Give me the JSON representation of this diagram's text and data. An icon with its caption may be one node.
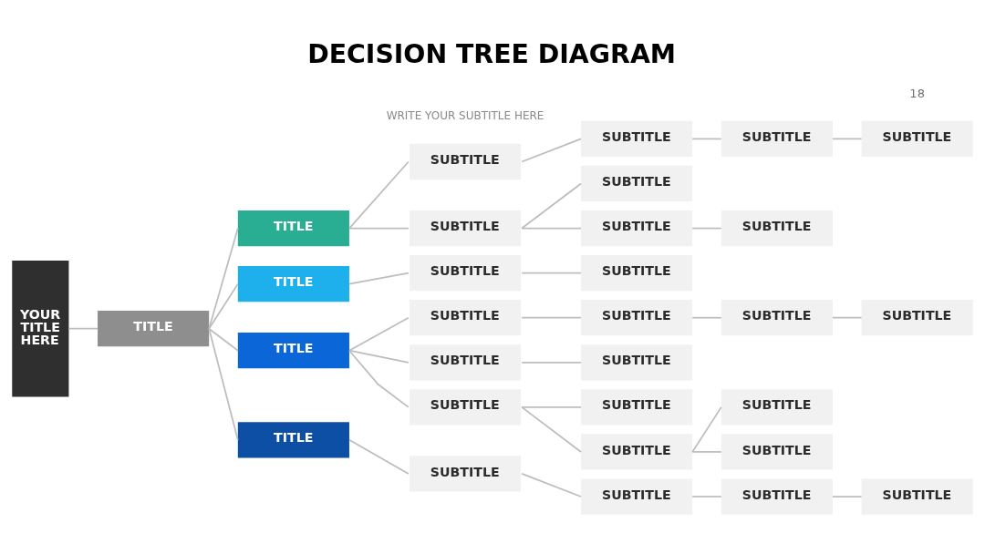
{
  "diagram": {
    "title": "DECISION TREE DIAGRAM",
    "nodes": [
      {
        "text": [
          "YOUR TITLE HERE"
        ]
      },
      {
        "text": [
          "TITLE"
        ]
      },
      {
        "text": [
          "TITLE"
        ]
      },
      {
        "text": [
          "SUBTITLE"
        ]
      },
      {
        "text": [
          "SUBTITLE"
        ]
      },
      {
        "text": [
          "SUBTITLE"
        ]
      },
      {
        "text": [
          "SUBTITLE"
        ]
      },
      {
        "text": [
          "SUBTITLE"
        ]
      },
      {
        "text": [
          "SUBTITLE"
        ]
      },
      {
        "text": [
          "SUBTITLE"
        ]
      },
      {
        "text": [
          "SUBTITLE"
        ]
      },
      {
        "text": [
          "TITLE"
        ]
      },
      {
        "text": [
          "SUBTITLE"
        ]
      },
      {
        "text": [
          "SUBTITLE"
        ]
      },
      {
        "text": [
          "TITLE"
        ]
      },
      {
        "text": [
          "SUBTITLE"
        ]
      },
      {
        "text": [
          "SUBTITLE"
        ]
      },
      {
        "text": [
          "SUBTITLE"
        ]
      },
      {
        "text": [
          "SUBTITLE"
        ]
      },
      {
        "text": [
          "SUBTITLE"
        ]
      },
      {
        "text": [
          "SUBTITLE"
        ]
      },
      {
        "text": [
          "SUBTITLE"
        ]
      },
      {
        "text": [
          "SUBTITLE"
        ]
      },
      {
        "text": [
          "SUBTITLE"
        ]
      },
      {
        "text": [
          "SUBTITLE"
        ]
      },
      {
        "text": [
          "SUBTITLE"
        ]
      },
      {
        "text": [
          "TITLE"
        ]
      },
      {
        "text": [
          "SUBTITLE"
        ]
      },
      {
        "text": [
          "SUBTITLE"
        ]
      },
      {
        "text": [
          "SUBTITLE"
        ]
      },
      {
        "text": [
          "SUBTITLE"
        ]
      }
    ],
    "edges": [
      {
        "from": 0,
        "to": 1,
        "arrow": "none"
      },
      {
        "from": 1,
        "to": 2,
        "arrow": "none"
      },
      {
        "from": 1,
        "to": 11,
        "arrow": "none"
      },
      {
        "from": 1,
        "to": 14,
        "arrow": "none"
      },
      {
        "from": 1,
        "to": 26,
        "arrow": "none"
      },
      {
        "from": 2,
        "to": 3,
        "arrow": "none"
      },
      {
        "from": 3,
        "to": 4,
        "arrow": "none"
      },
      {
        "from": 4,
        "to": 5,
        "arrow": "none"
      },
      {
        "from": 5,
        "to": 6,
        "arrow": "none"
      },
      {
        "from": 2,
        "to": 7,
        "arrow": "none"
      },
      {
        "from": 7,
        "to": 8,
        "arrow": "none"
      },
      {
        "from": 7,
        "to": 9,
        "arrow": "none"
      },
      {
        "from": 9,
        "to": 10,
        "arrow": "none"
      },
      {
        "from": 11,
        "to": 12,
        "arrow": "none"
      },
      {
        "from": 12,
        "to": 13,
        "arrow": "none"
      },
      {
        "from": 14,
        "to": 15,
        "arrow": "none"
      },
      {
        "from": 15,
        "to": 16,
        "arrow": "none"
      },
      {
        "from": 16,
        "to": 17,
        "arrow": "none"
      },
      {
        "from": 17,
        "to": 18,
        "arrow": "none"
      },
      {
        "from": 14,
        "to": 19,
        "arrow": "none"
      },
      {
        "from": 19,
        "to": 20,
        "arrow": "none"
      },
      {
        "from": 14,
        "to": 21,
        "arrow": "none"
      },
      {
        "from": 21,
        "to": 22,
        "arrow": "none"
      },
      {
        "from": 21,
        "to": 23,
        "arrow": "none"
      },
      {
        "from": 23,
        "to": 24,
        "arrow": "none"
      },
      {
        "from": 23,
        "to": 25,
        "arrow": "none"
      },
      {
        "from": 26,
        "to": 27,
        "arrow": "none"
      },
      {
        "from": 27,
        "to": 28,
        "arrow": "none"
      },
      {
        "from": 28,
        "to": 29,
        "arrow": "none"
      },
      {
        "from": 29,
        "to": 30,
        "arrow": "none"
      }
    ],
    "labels": [
      "WRITE YOUR SUBTITLE HERE",
      "18"
    ]
  }
}
